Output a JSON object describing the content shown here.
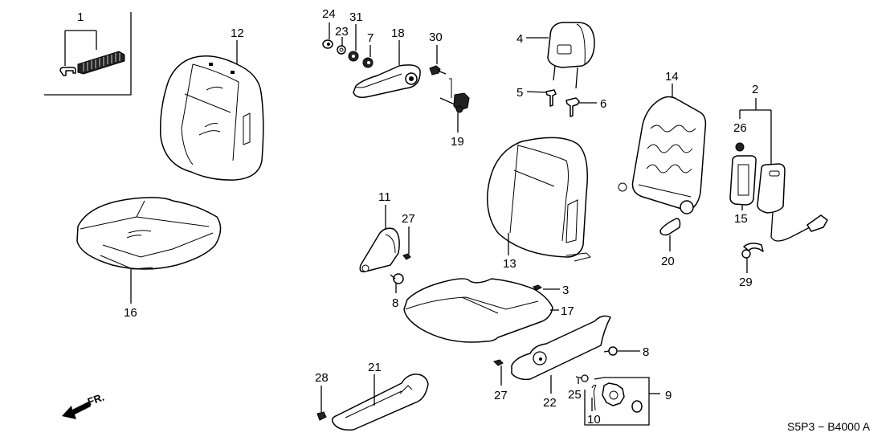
{
  "diagram": {
    "title": "Front seat components exploded parts diagram",
    "code": "S5P3 − B4000 A",
    "direction_indicator": "FR.",
    "callouts": [
      {
        "id": "c1",
        "label": "1",
        "part": "seat clip kit"
      },
      {
        "id": "c2",
        "label": "2",
        "part": "seat side airbag assembly"
      },
      {
        "id": "c3",
        "label": "3",
        "part": "clip"
      },
      {
        "id": "c4",
        "label": "4",
        "part": "headrest"
      },
      {
        "id": "c5",
        "label": "5",
        "part": "headrest guide (free)"
      },
      {
        "id": "c6",
        "label": "6",
        "part": "headrest guide (lock)"
      },
      {
        "id": "c7",
        "label": "7",
        "part": "nut"
      },
      {
        "id": "c8a",
        "label": "8",
        "part": "screw"
      },
      {
        "id": "c8b",
        "label": "8",
        "part": "screw"
      },
      {
        "id": "c9",
        "label": "9",
        "part": "knob set"
      },
      {
        "id": "c10",
        "label": "10",
        "part": "spring clip"
      },
      {
        "id": "c11",
        "label": "11",
        "part": "seat belt buckle bracket"
      },
      {
        "id": "c12",
        "label": "12",
        "part": "seat-back cover"
      },
      {
        "id": "c13",
        "label": "13",
        "part": "seat-back pad"
      },
      {
        "id": "c14",
        "label": "14",
        "part": "seat-back frame"
      },
      {
        "id": "c15",
        "label": "15",
        "part": "airbag cover"
      },
      {
        "id": "c16",
        "label": "16",
        "part": "seat cushion cover"
      },
      {
        "id": "c17",
        "label": "17",
        "part": "seat cushion pad"
      },
      {
        "id": "c18",
        "label": "18",
        "part": "armrest"
      },
      {
        "id": "c19",
        "label": "19",
        "part": "armrest bracket"
      },
      {
        "id": "c20",
        "label": "20",
        "part": "recline lever knob"
      },
      {
        "id": "c21",
        "label": "21",
        "part": "inner seat cover"
      },
      {
        "id": "c22",
        "label": "22",
        "part": "outer seat cover"
      },
      {
        "id": "c23",
        "label": "23",
        "part": "washer"
      },
      {
        "id": "c24",
        "label": "24",
        "part": "cap nut"
      },
      {
        "id": "c25",
        "label": "25",
        "part": "screw"
      },
      {
        "id": "c26",
        "label": "26",
        "part": "nut"
      },
      {
        "id": "c27a",
        "label": "27",
        "part": "clip"
      },
      {
        "id": "c27b",
        "label": "27",
        "part": "clip"
      },
      {
        "id": "c28",
        "label": "28",
        "part": "clip"
      },
      {
        "id": "c29",
        "label": "29",
        "part": "harness clip"
      },
      {
        "id": "c30",
        "label": "30",
        "part": "bolt"
      },
      {
        "id": "c31",
        "label": "31",
        "part": "washer"
      }
    ]
  }
}
